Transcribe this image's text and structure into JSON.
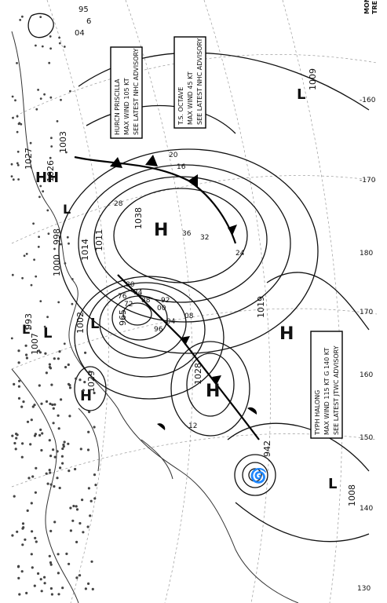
{
  "advisories": {
    "priscilla": [
      "HURCN PRISCILLA",
      "MAX WIND 105 KT",
      "SEE LATEST NHC ADVISORY"
    ],
    "octave": [
      "T.S. OCTAVE",
      "MAX WIND 45 KT",
      "SEE LATEST NHC ADVISORY"
    ],
    "halong": [
      "TYPH HALONG",
      "MAX WIND 115 KT G 140 KT",
      "SEE LATEST JTWC ADVISORY"
    ]
  },
  "pressure_centers": [
    {
      "type": "H",
      "value": "1038"
    },
    {
      "type": "H",
      "value": "1028"
    },
    {
      "type": "H",
      "value": "1019"
    },
    {
      "type": "H",
      "value": "1029"
    },
    {
      "type": "H",
      "value": "1026"
    },
    {
      "type": "H",
      "value": "1027"
    },
    {
      "type": "L",
      "value": "1009"
    },
    {
      "type": "L",
      "value": "1008"
    },
    {
      "type": "L",
      "value": "942"
    },
    {
      "type": "L",
      "value": "965"
    },
    {
      "type": "L",
      "value": "1007"
    },
    {
      "type": "L",
      "value": "1002"
    },
    {
      "type": "L",
      "value": "1000"
    },
    {
      "type": "L",
      "value": "993"
    },
    {
      "type": "L",
      "value": "998"
    },
    {
      "type": "L",
      "value": "1011"
    },
    {
      "type": "L",
      "value": "1014"
    },
    {
      "type": "L",
      "value": "1003"
    }
  ],
  "longitude_labels": [
    "130",
    "140",
    "150",
    "160",
    "170",
    "180",
    "-170",
    "-160"
  ],
  "isobar_labels": [
    "12",
    "16",
    "20",
    "24",
    "28",
    "32",
    "36",
    "08",
    "04",
    "00",
    "96",
    "92",
    "88",
    "84",
    "80",
    "76",
    "72"
  ],
  "top_right_text": [
    "MONT",
    "TRE"
  ],
  "misc_text": [
    "95",
    "6",
    "04"
  ],
  "colors": {
    "ink": "#111111",
    "background": "#ffffff",
    "grid": "#9a9a9a"
  }
}
